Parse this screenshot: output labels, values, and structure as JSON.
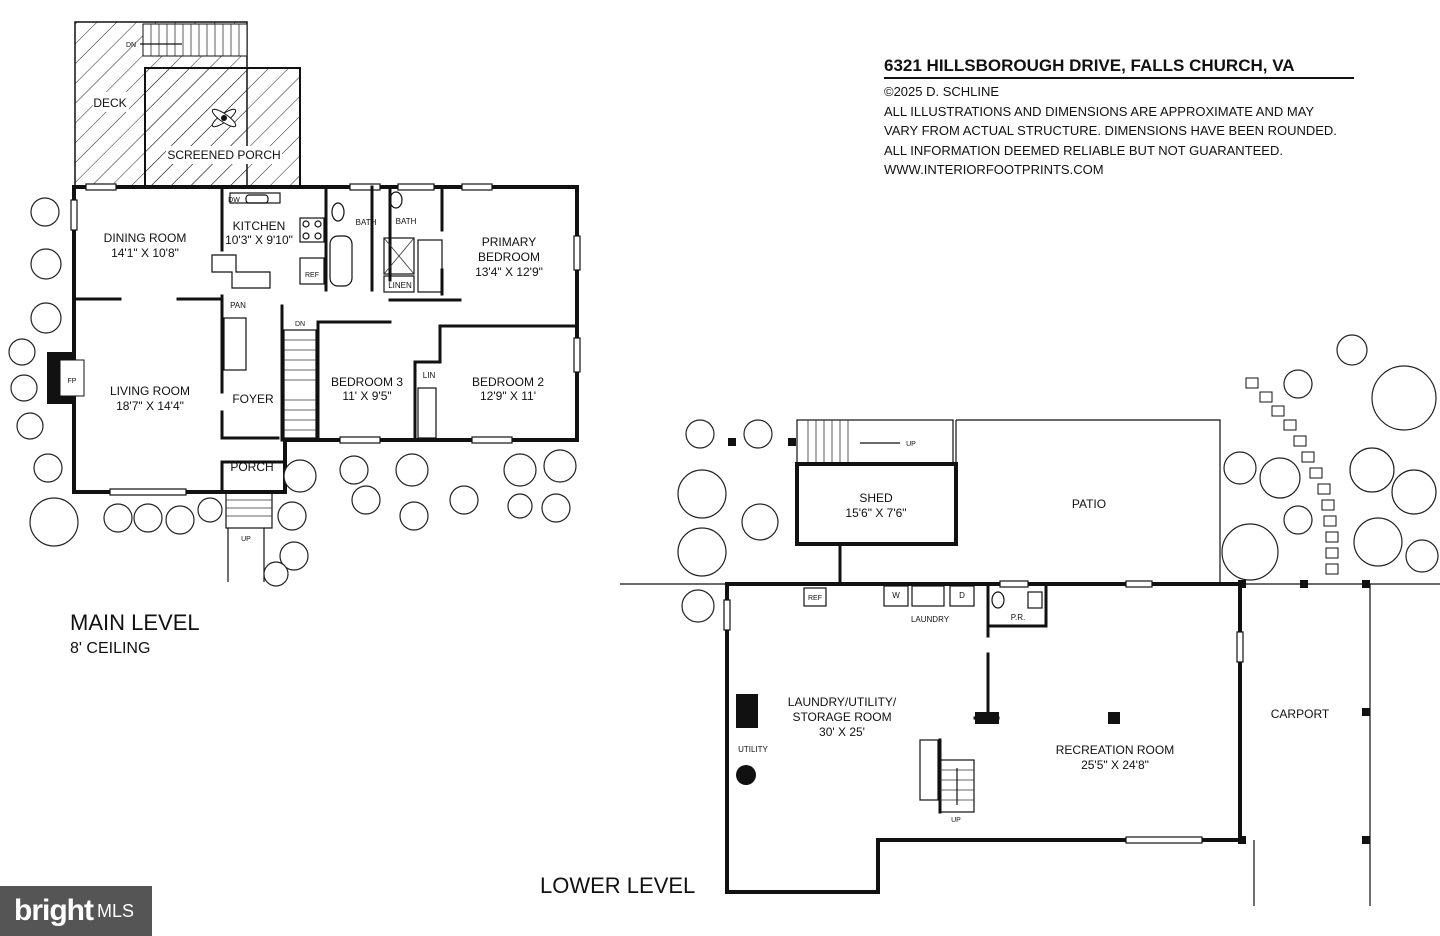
{
  "header": {
    "address": "6321 HILLSBOROUGH DRIVE, FALLS CHURCH, VA",
    "copyright": "©2025 D. SCHLINE",
    "disclaimer_1": "ALL ILLUSTRATIONS AND DIMENSIONS ARE APPROXIMATE AND MAY",
    "disclaimer_2": "VARY FROM ACTUAL STRUCTURE. DIMENSIONS HAVE BEEN ROUNDED.",
    "disclaimer_3": "ALL INFORMATION DEEMED RELIABLE BUT NOT GUARANTEED.",
    "website": "WWW.INTERIORFOOTPRINTS.COM"
  },
  "main_level": {
    "title": "MAIN LEVEL",
    "ceiling": "8' CEILING",
    "rooms": {
      "deck": "DECK",
      "screened_porch": "SCREENED PORCH",
      "dining_room": "DINING ROOM",
      "dining_room_dim": "14'1\" X 10'8\"",
      "kitchen": "KITCHEN",
      "kitchen_dim": "10'3\" X 9'10\"",
      "bath_1": "BATH",
      "bath_2": "BATH",
      "primary_1": "PRIMARY",
      "primary_2": "BEDROOM",
      "primary_dim": "13'4\" X 12'9\"",
      "linen": "LINEN",
      "pantry": "PAN",
      "living_room": "LIVING ROOM",
      "living_room_dim": "18'7\" X 14'4\"",
      "foyer": "FOYER",
      "bedroom3": "BEDROOM 3",
      "bedroom3_dim": "11' X 9'5\"",
      "lin": "LIN",
      "bedroom2": "BEDROOM 2",
      "bedroom2_dim": "12'9\" X 11'",
      "porch": "PORCH",
      "fireplace": "FP",
      "dishwasher": "DW",
      "refrigerator": "REF",
      "stairs_down": "DN",
      "deck_down": "DN",
      "porch_up": "UP"
    }
  },
  "lower_level": {
    "title": "LOWER LEVEL",
    "rooms": {
      "shed": "SHED",
      "shed_dim": "15'6\" X 7'6\"",
      "patio": "PATIO",
      "laundry": "LAUNDRY",
      "washer": "W",
      "dryer": "D",
      "powder_room": "P.R.",
      "refrigerator": "REF",
      "storage_1": "LAUNDRY/UTILITY/",
      "storage_2": "STORAGE ROOM",
      "storage_dim": "30' X 25'",
      "utility": "UTILITY",
      "recreation": "RECREATION ROOM",
      "recreation_dim": "25'5\" X 24'8\"",
      "carport": "CARPORT",
      "stairs_up": "UP",
      "outside_up": "UP"
    }
  },
  "watermark": {
    "brand": "bright",
    "suffix": "MLS"
  }
}
